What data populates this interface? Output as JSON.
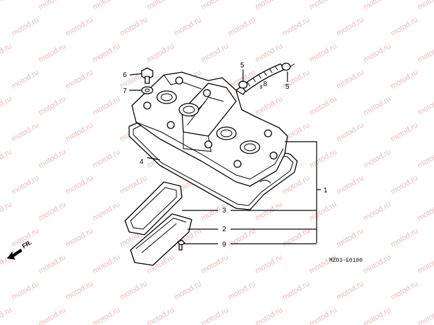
{
  "watermark": "motod.ru",
  "callouts": {
    "c1": "1",
    "c2": "2",
    "c3": "3",
    "c4": "4",
    "c5a": "5",
    "c5b": "5",
    "c6": "6",
    "c7": "7",
    "c8": "8",
    "c9": "9"
  },
  "diagram_code": "MZ03-E0100",
  "direction_label": "FR."
}
